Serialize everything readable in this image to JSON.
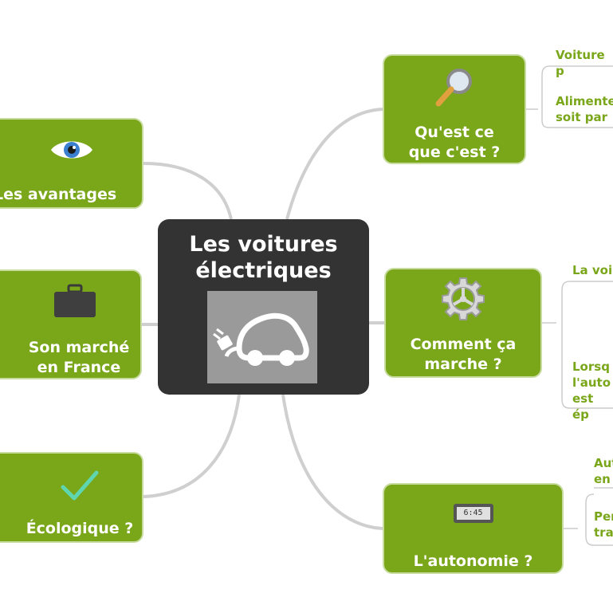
{
  "central": {
    "title": "Les voitures\nélectriques",
    "image_icon": "electric-car-plug-icon"
  },
  "branches": [
    {
      "id": "quest",
      "label": "Qu'est ce\nque c'est ?",
      "icon": "magnifying-glass-icon"
    },
    {
      "id": "avantages",
      "label": "Les avantages",
      "icon": "eye-icon"
    },
    {
      "id": "marche-france",
      "label": "Son marché\nen France",
      "icon": "briefcase-icon"
    },
    {
      "id": "comment",
      "label": "Comment ça\nmarche ?",
      "icon": "gear-icon"
    },
    {
      "id": "ecologique",
      "label": "Écologique ?",
      "icon": "checkmark-icon"
    },
    {
      "id": "autonomie",
      "label": "L'autonomie ?",
      "icon": "digital-clock-icon",
      "clock_text": "6:45"
    }
  ],
  "leaves": {
    "quest": [
      "Voiture p",
      "Alimente\nsoit par"
    ],
    "comment": [
      "La voi",
      "Lorsq\nl'auto\nest ép"
    ],
    "autonomie": [
      "Aut\nen",
      "Per\ntra"
    ]
  },
  "colors": {
    "branch_fill": "#7aa61a",
    "central_fill": "#333333",
    "connector": "#cccccc",
    "leaf_text": "#7aa61a"
  }
}
